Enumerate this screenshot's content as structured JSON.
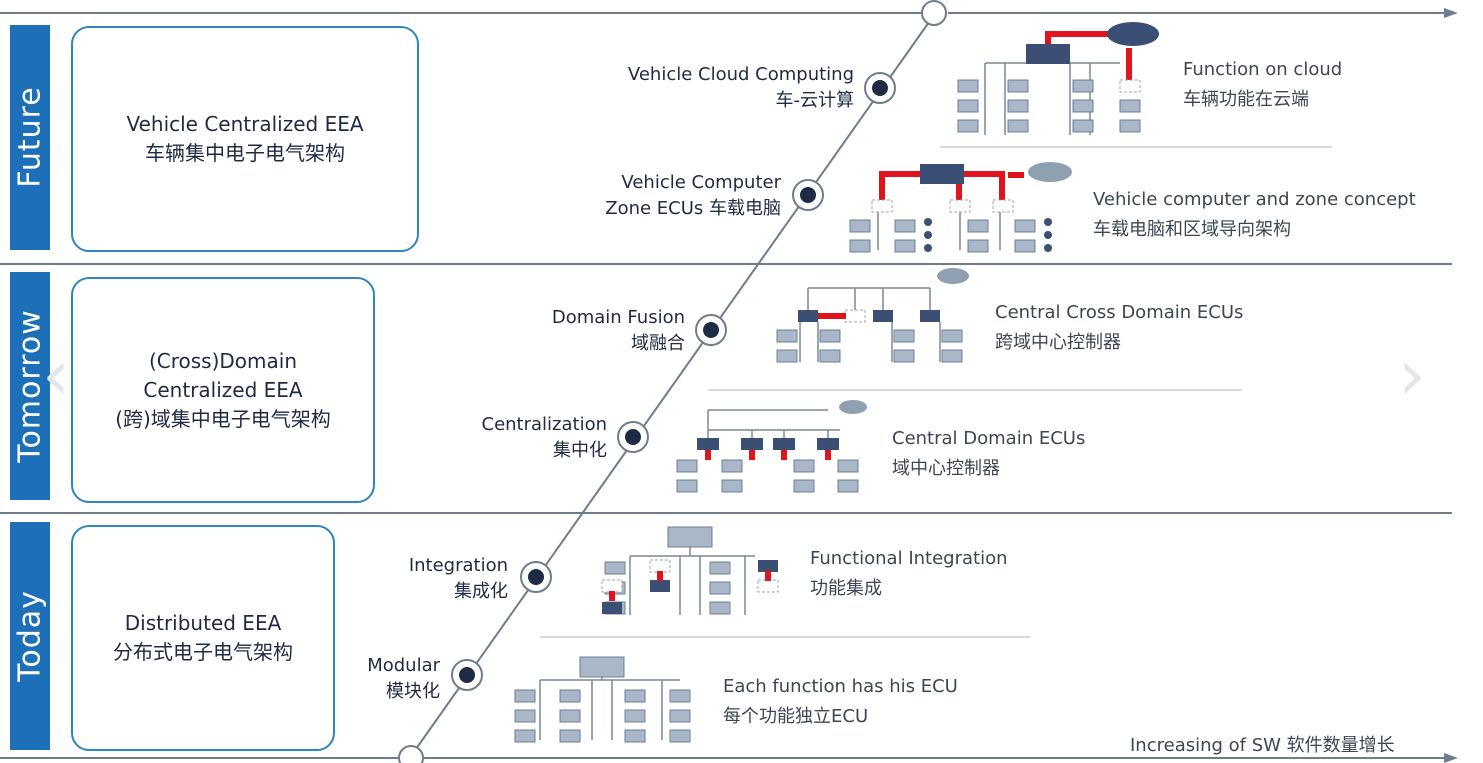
{
  "eras": [
    {
      "label": "Future",
      "box_lines": [
        "Vehicle Centralized EEA",
        "车辆集中电子电气架构"
      ]
    },
    {
      "label": "Tomorrow",
      "box_lines": [
        "(Cross)Domain",
        "Centralized EEA",
        "(跨)域集中电子电气架构"
      ]
    },
    {
      "label": "Today",
      "box_lines": [
        "Distributed EEA",
        "分布式电子电气架构"
      ]
    }
  ],
  "stages": [
    {
      "en": "Vehicle Cloud Computing",
      "zh": "车-云计算",
      "desc_en": "Function on cloud",
      "desc_zh": "车辆功能在云端"
    },
    {
      "en": "Vehicle Computer",
      "zh": "Zone ECUs 车载电脑",
      "desc_en": "Vehicle computer and zone concept",
      "desc_zh": "车载电脑和区域导向架构"
    },
    {
      "en": "Domain Fusion",
      "zh": "域融合",
      "desc_en": "Central Cross Domain ECUs",
      "desc_zh": "跨域中心控制器"
    },
    {
      "en": "Centralization",
      "zh": "集中化",
      "desc_en": "Central Domain ECUs",
      "desc_zh": "域中心控制器"
    },
    {
      "en": "Integration",
      "zh": "集成化",
      "desc_en": "Functional Integration",
      "desc_zh": "功能集成"
    },
    {
      "en": "Modular",
      "zh": "模块化",
      "desc_en": "Each function has his ECU",
      "desc_zh": "每个功能独立ECU"
    }
  ],
  "bottom_caption": "Increasing of SW 软件数量增长",
  "colors": {
    "era_blue": "#1d6fb8",
    "box_border": "#2e86c1",
    "ecu_dark": "#3a4f73",
    "ecu_light": "#a9b7c8",
    "signal_red": "#e0141c",
    "cloud": "#8fa0b0"
  },
  "nav": {
    "prev_icon": "chevron-left-icon",
    "next_icon": "chevron-right-icon",
    "prev_glyph": "‹",
    "next_glyph": "›"
  }
}
